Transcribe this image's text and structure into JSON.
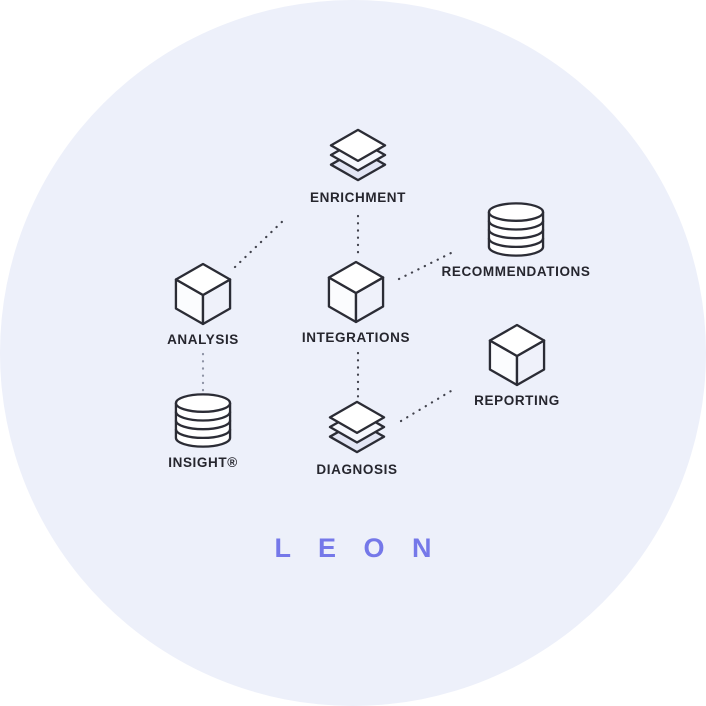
{
  "brand": {
    "name": "L E O N",
    "color": "#7578e9"
  },
  "diagram": {
    "background_circle_color": "#edf0fa",
    "outline_color": "#2b2c35",
    "label_color": "#26262e",
    "nodes": [
      {
        "id": "enrichment",
        "label": "ENRICHMENT",
        "icon": "layers-icon"
      },
      {
        "id": "recommendations",
        "label": "RECOMMENDATIONS",
        "icon": "database-icon"
      },
      {
        "id": "analysis",
        "label": "ANALYSIS",
        "icon": "cube-icon"
      },
      {
        "id": "integrations",
        "label": "INTEGRATIONS",
        "icon": "cube-icon"
      },
      {
        "id": "reporting",
        "label": "REPORTING",
        "icon": "cube-icon"
      },
      {
        "id": "insight",
        "label": "INSIGHT®",
        "icon": "database-icon"
      },
      {
        "id": "diagnosis",
        "label": "DIAGNOSIS",
        "icon": "layers-icon"
      }
    ],
    "connections": [
      {
        "from": "analysis",
        "to": "enrichment",
        "style": "dotted"
      },
      {
        "from": "enrichment",
        "to": "integrations",
        "style": "dotted"
      },
      {
        "from": "integrations",
        "to": "recommendations",
        "style": "dotted"
      },
      {
        "from": "analysis",
        "to": "insight",
        "style": "dotted"
      },
      {
        "from": "integrations",
        "to": "diagnosis",
        "style": "dotted"
      },
      {
        "from": "diagnosis",
        "to": "reporting",
        "style": "dotted"
      }
    ]
  }
}
